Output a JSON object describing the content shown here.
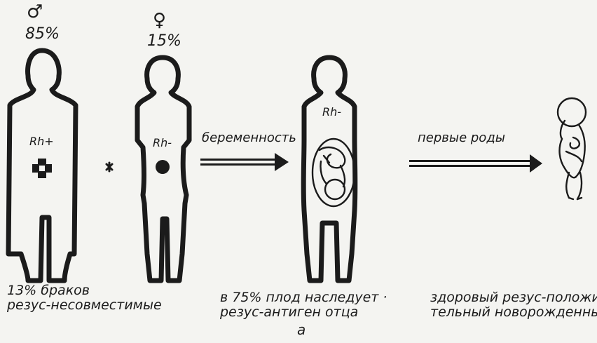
{
  "male": {
    "symbol": "♂",
    "percent": "85%",
    "rh_label": "Rh+",
    "icon": "rh-positive-cross-icon"
  },
  "operator": "*",
  "female": {
    "symbol": "♀",
    "percent": "15%",
    "rh_label": "Rh-",
    "icon": "rh-negative-dot-icon"
  },
  "arrow1": {
    "label": "беременность"
  },
  "pregnant": {
    "rh_label": "Rh-",
    "icon": "fetus-icon"
  },
  "arrow2": {
    "label": "первые роды"
  },
  "baby": {
    "icon": "newborn-icon"
  },
  "captions": {
    "left": [
      "13% браков",
      "резус-несовместимые"
    ],
    "middle": [
      "в 75% плод наследует ·",
      "резус-антиген отца"
    ],
    "right": [
      "здоровый резус-положи-",
      "тельный новорожденный"
    ]
  },
  "sublabel": "а",
  "colors": {
    "ink": "#1b1b1b",
    "paper": "#f4f4f1"
  }
}
